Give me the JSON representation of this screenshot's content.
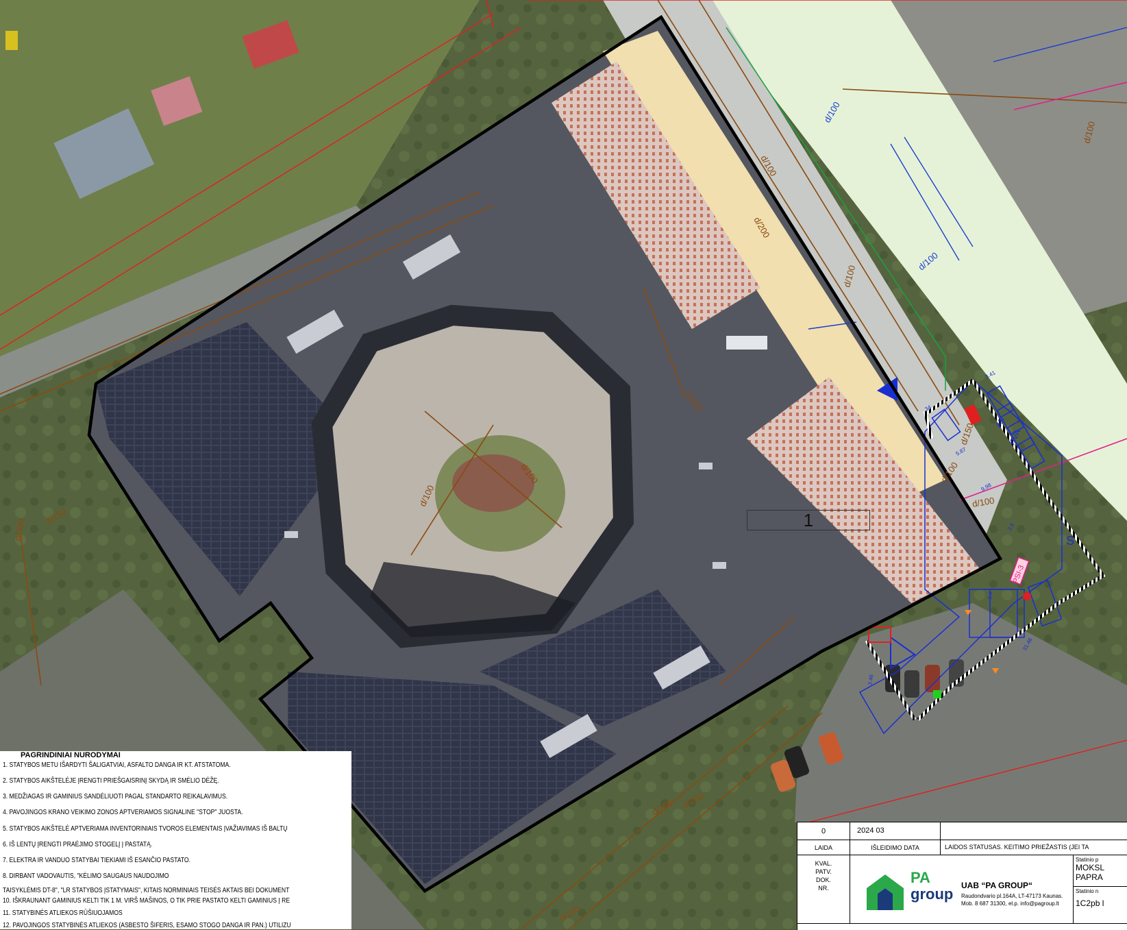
{
  "map": {
    "site_label": "1",
    "pipe_labels": [
      "d/100",
      "d/100",
      "d/100",
      "d/100",
      "d/150",
      "d/150",
      "d/200",
      "d/200",
      "d/100",
      "d/100",
      "d/100",
      "d/100",
      "d/150",
      "d/200",
      "d/300",
      "d/100",
      "d/100"
    ],
    "site_equipment_labels": [
      "S",
      "AK",
      "PVA",
      "PSI-3",
      "34",
      "3.41",
      "3.6",
      "5.87",
      "9.98",
      "3.4",
      "31.46",
      "3.46"
    ],
    "colors": {
      "boundary": "#000000",
      "sewer": "#8a4a10",
      "water": "#1a3fd0",
      "red_line": "#e02020",
      "green_line": "#1aa040",
      "site_blue": "#1a2fd0",
      "magenta": "#e0208a"
    }
  },
  "notes": {
    "title": "PAGRINDINIAI NURODYMAI",
    "lines": [
      "1. STATYBOS METU IŠARDYTI ŠALIGATVIAI, ASFALTO DANGA IR KT. ATSTATOMA.",
      "2. STATYBOS AIKŠTELĖJE  ĮRENGTI PRIEŠGAISRINĮ SKYDĄ IR SMĖLIO DĖŽĘ.",
      "3. MEDŽIAGAS IR GAMINIUS SANDĖLIUOTI PAGAL STANDARTO REIKALAVIMUS.",
      "4. PAVOJINGOS KRANO VEIKIMO ZONOS APTVERIAMOS SIGNALINE \"STOP\" JUOSTA.",
      "5. STATYBOS AIKŠTELĖ APTVERIAMA INVENTORINIAIS TVOROS ELEMENTAIS  ĮVAŽIAVIMAS IŠ BALTŲ",
      "6. IŠ LENTŲ  ĮRENGTI PRAĖJIMO STOGELĮ Į PASTATĄ.",
      "7. ELEKTRA IR VANDUO STATYBAI TIEKIAMI IŠ   ESANČIO PASTATO.",
      "8. DIRBANT VADOVAUTIS, \"KĖLIMO SAUGAUS NAUDOJIMO",
      "TAISYKLĖMIS DT-8\",  \"LR STATYBOS ĮSTATYMAIS\", KITAIS NORMINIAIS TEISĖS AKTAIS BEI DOKUMENT",
      "10. IŠKRAUNANT GAMINIUS KELTI TIK 1 M. VIRŠ MAŠINOS, O TIK PRIE PASTATO KELTI GAMINIUS  Į RE",
      "11. STATYBINĖS ATLIEKOS RŪŠIUOJAMOS",
      "12. PAVOJINGOS STATYBINĖS ATLIEKOS (ASBESTO ŠIFERIS, ESAMO STOGO DANGA IR PAN.) UTILIZU"
    ]
  },
  "titleblock": {
    "rev": "0",
    "date": "2024 03",
    "col_laida": "LAIDA",
    "col_date": "IŠLEIDIMO DATA",
    "col_status": "LAIDOS STATUSAS. KEITIMO PRIEŽASTIS (JEI TA",
    "kval_lines": [
      "KVAL.",
      "PATV.",
      "DOK.",
      "NR."
    ],
    "logo_pa": "PA",
    "logo_group": "group",
    "company": "UAB “PA GROUP“",
    "address": "Raudondvario pl.164A, LT-47173 Kaunas.",
    "contacts": "Mob. 8 687 31300,  el.p. info@pagroup.lt",
    "statinio_p_label": "Statinio p",
    "statinio_p_line1": "MOKSL",
    "statinio_p_line2": "PAPRA",
    "statinio_n_label": "Statinio n",
    "statinio_n_value": "1C2pb l"
  }
}
